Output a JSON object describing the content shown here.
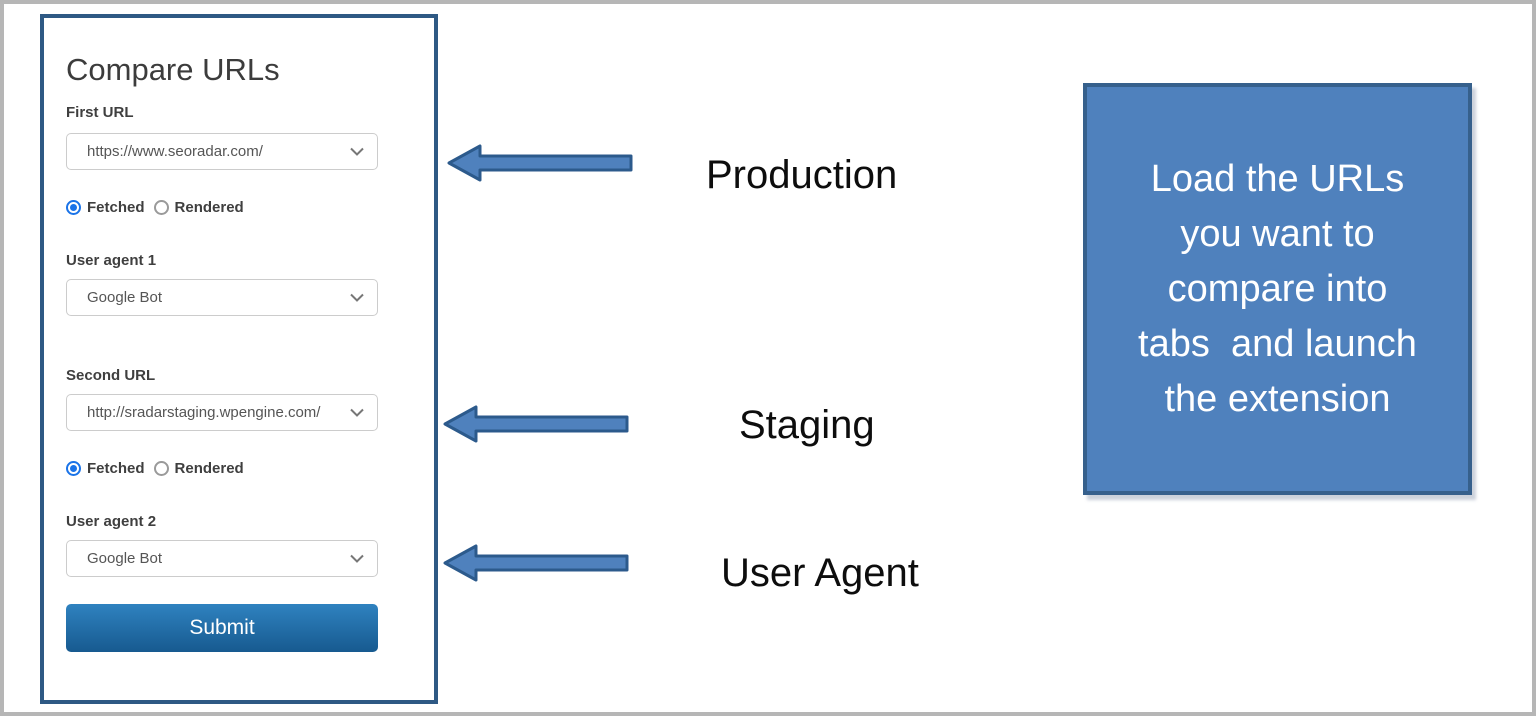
{
  "form": {
    "title": "Compare URLs",
    "first_url": {
      "label": "First URL",
      "value": "https://www.seoradar.com/"
    },
    "user_agent_1": {
      "label": "User agent 1",
      "value": "Google Bot"
    },
    "second_url": {
      "label": "Second URL",
      "value": "http://sradarstaging.wpengine.com/"
    },
    "user_agent_2": {
      "label": "User agent 2",
      "value": "Google Bot"
    },
    "mode_options": [
      "Fetched",
      "Rendered"
    ],
    "mode_selected_1": "Fetched",
    "mode_selected_2": "Fetched",
    "submit_label": "Submit"
  },
  "annotations": {
    "arrow_labels": [
      "Production",
      "Staging",
      "User Agent"
    ],
    "callout_lines": [
      "Load the URLs",
      "you want to",
      "compare into",
      "tabs  and launch",
      "the extension"
    ]
  },
  "colors": {
    "steel_blue": "#4F81BD",
    "steel_blue_border": "#36608C",
    "panel_border": "#2E5984",
    "submit_gradient_top": "#2F82C0",
    "submit_gradient_bottom": "#175A90",
    "radio_selected_blue": "#1A73E8",
    "frame_gray": "#B6B6B6"
  }
}
